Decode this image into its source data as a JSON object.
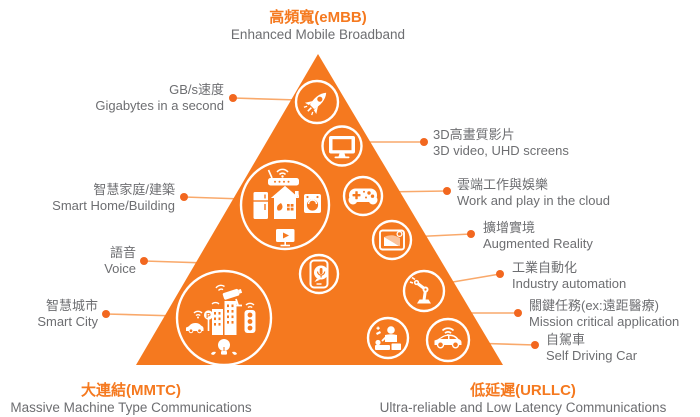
{
  "colors": {
    "triangle_orange": "#f5791f",
    "dot_orange": "#f2671f",
    "leader_line_orange": "#f9a96b",
    "text_gray": "#6d6e71",
    "icon_white": "#ffffff"
  },
  "apex_title": {
    "zh": "高頻寬(eMBB)",
    "en": "Enhanced Mobile Broadband"
  },
  "bottom_left_title": {
    "zh": "大連結(MMTC)",
    "en": "Massive Machine Type Communications"
  },
  "bottom_right_title": {
    "zh": "低延遲(URLLC)",
    "en": "Ultra-reliable and Low Latency Communications"
  },
  "callouts_left": [
    {
      "id": "gbs-speed",
      "zh": "GB/s速度",
      "en": "Gigabytes in a second",
      "icon": "rocket-icon"
    },
    {
      "id": "smart-home",
      "zh": "智慧家庭/建築",
      "en": "Smart Home/Building",
      "icon": "smart-home-icons"
    },
    {
      "id": "voice",
      "zh": "語音",
      "en": "Voice",
      "icon": "phone-mic-icon"
    },
    {
      "id": "smart-city",
      "zh": "智慧城市",
      "en": "Smart City",
      "icon": "smart-city-icons"
    }
  ],
  "callouts_right": [
    {
      "id": "3d-video",
      "zh": "3D高畫質影片",
      "en": "3D video, UHD screens",
      "icon": "monitor-icon"
    },
    {
      "id": "cloud-work-play",
      "zh": "雲端工作與娛樂",
      "en": "Work and play in the cloud",
      "icon": "gamepad-icon"
    },
    {
      "id": "augmented-reality",
      "zh": "擴增實境",
      "en": "Augmented Reality",
      "icon": "ar-layers-icon"
    },
    {
      "id": "industry-automation",
      "zh": "工業自動化",
      "en": "Industry automation",
      "icon": "robot-arm-icon"
    },
    {
      "id": "mission-critical",
      "zh": "關鍵任務(ex:遠距醫療)",
      "en": "Mission critical application",
      "icon": "telemedicine-icon"
    },
    {
      "id": "self-driving-car",
      "zh": "自駕車",
      "en": "Self Driving Car",
      "icon": "car-wifi-icon"
    }
  ]
}
